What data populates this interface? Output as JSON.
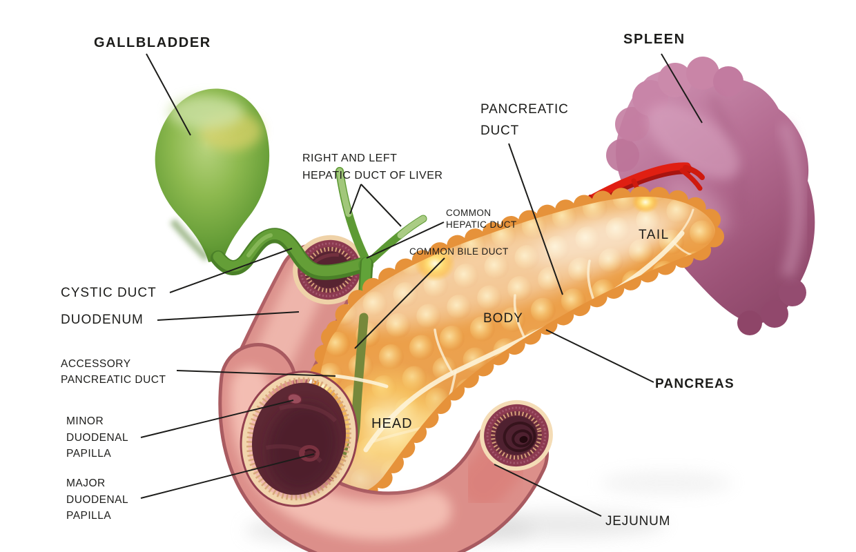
{
  "title": "Pancreas anatomy illustration",
  "labels": {
    "gallbladder": "GALLBLADDER",
    "spleen": "SPLEEN",
    "pancreatic_duct": "PANCREATIC\nDUCT",
    "hepatic_ducts": "RIGHT AND LEFT\nHEPATIC DUCT OF LIVER",
    "common_hepatic_duct": "COMMON\nHEPATIC DUCT",
    "common_bile_duct": "COMMON BILE DUCT",
    "cystic_duct": "CYSTIC DUCT",
    "duodenum": "DUODENUM",
    "accessory_pancreatic_duct": "ACCESSORY\nPANCREATIC DUCT",
    "minor_duodenal_papilla": "MINOR\nDUODENAL\nPAPILLA",
    "major_duodenal_papilla": "MAJOR\nDUODENAL\nPAPILLA",
    "tail": "TAIL",
    "body": "BODY",
    "head": "HEAD",
    "pancreas": "PANCREAS",
    "jejunum": "JEJUNUM"
  },
  "colors": {
    "background": "#ffffff",
    "label_text": "#1c1c1a",
    "leader_line": "#1c1c1a",
    "gallbladder_green": "#6ba23c",
    "duct_green": "#5d9a34",
    "bile_duct_olive": "#76883b",
    "pancreas_orange": "#eda64c",
    "pancreas_lobule_light": "#fbdc96",
    "pancreatic_duct_white": "#fdf3d8",
    "duodenum_pink": "#db918c",
    "duodenum_interior": "#5d2834",
    "mucosa_maroon": "#8c3a50",
    "mucosa_cream": "#efd2a8",
    "spleen_mauve": "#b56d92",
    "artery_red": "#e01f12",
    "shadow_gray": "#d0d0d0"
  }
}
